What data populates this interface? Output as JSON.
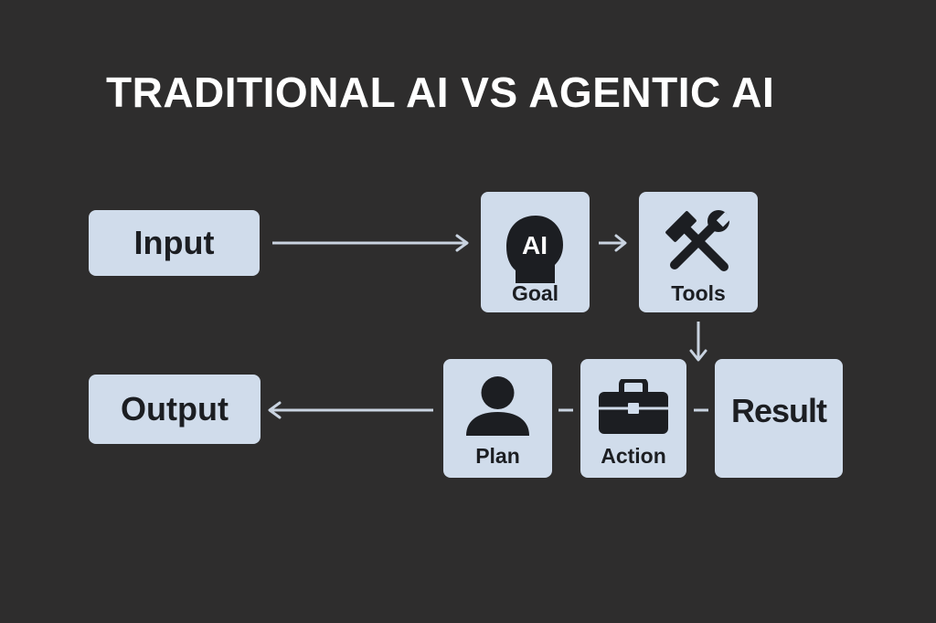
{
  "title": "TRADITIONAL AI VS AGENTIC AI",
  "nodes": {
    "input": "Input",
    "output": "Output",
    "goal": {
      "badge": "AI",
      "label": "Goal"
    },
    "tools": {
      "label": "Tools"
    },
    "plan": {
      "label": "Plan"
    },
    "action": {
      "label": "Action"
    },
    "result": "Result"
  },
  "icons": {
    "goal": "ai-head-icon",
    "tools": "hammer-wrench-icon",
    "plan": "person-icon",
    "action": "briefcase-icon"
  },
  "colors": {
    "background": "#2e2d2d",
    "box": "#d0dceb",
    "text_dark": "#1c1e22",
    "title": "#ffffff",
    "connector": "#c9d3e0"
  }
}
